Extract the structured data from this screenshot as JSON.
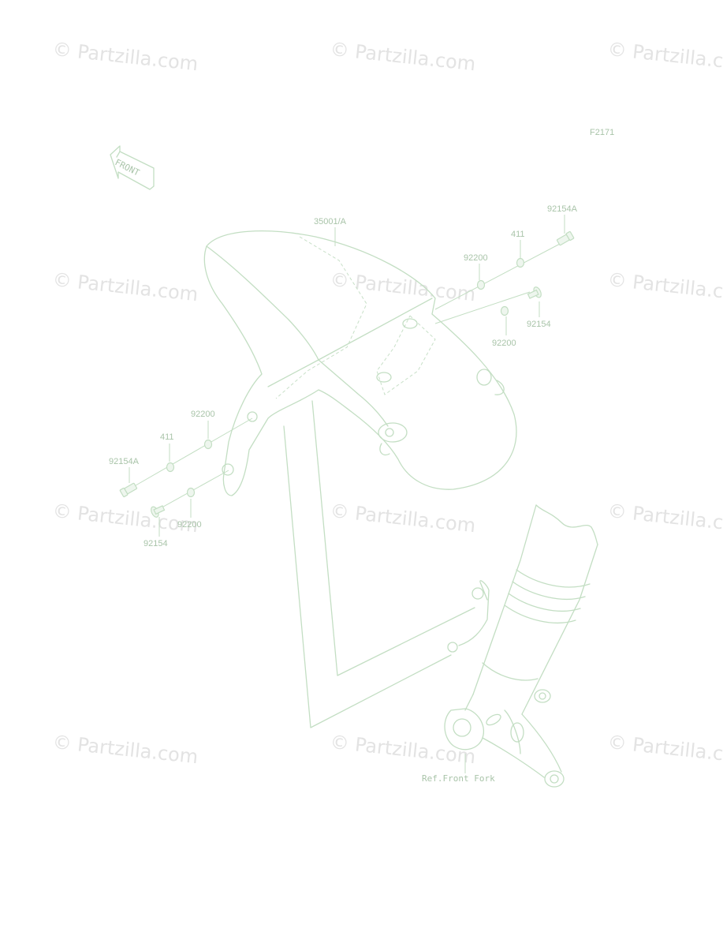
{
  "figure_id": "F2171",
  "front_arrow": "FRONT",
  "watermark": "© Partzilla.com",
  "labels": {
    "fender": "35001/A",
    "bolt_a_right": "92154A",
    "washer_411_right": "411",
    "washer_92200_right_upper": "92200",
    "bolt_right": "92154",
    "washer_92200_right_lower": "92200",
    "washer_92200_left_upper": "92200",
    "washer_411_left": "411",
    "bolt_a_left": "92154A",
    "washer_92200_left_lower": "92200",
    "bolt_left": "92154",
    "ref_front_fork": "Ref.Front Fork"
  },
  "colors": {
    "linework": "#c3dec3",
    "labels": "#a9c4a9",
    "watermark": "#e3e3e3"
  }
}
